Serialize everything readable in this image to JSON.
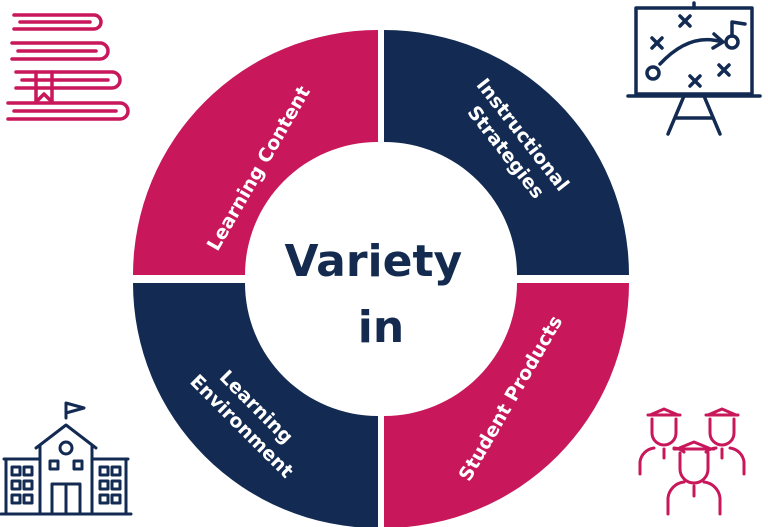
{
  "center": {
    "line1": "Variety",
    "line2": "in"
  },
  "segments": [
    {
      "id": "learning-content",
      "lines": [
        "Learning Content"
      ],
      "color": "#c8175a"
    },
    {
      "id": "instructional-strategies",
      "lines": [
        "Instructional",
        "Strategies"
      ],
      "color": "#132b52"
    },
    {
      "id": "student-products",
      "lines": [
        "Student Products"
      ],
      "color": "#c8175a"
    },
    {
      "id": "learning-environment",
      "lines": [
        "Learning",
        "Environment"
      ],
      "color": "#132b52"
    }
  ],
  "colors": {
    "pink": "#c8175a",
    "navy": "#132b52",
    "text": "#142b4f"
  },
  "icons": [
    "books-icon",
    "strategy-board-icon",
    "school-building-icon",
    "graduates-icon"
  ]
}
